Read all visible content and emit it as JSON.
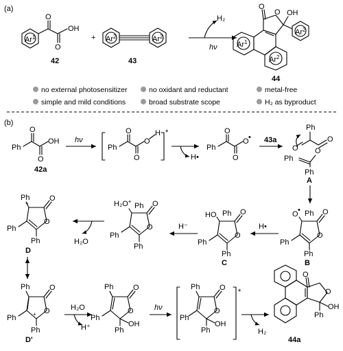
{
  "panels": {
    "a": "(a)",
    "b": "(b)"
  },
  "compounds": {
    "c42": "42",
    "c43": "43",
    "c44": "44",
    "c42a": "42a",
    "reagent43a": "43a",
    "A": "A",
    "B": "B",
    "C": "C",
    "D": "D",
    "Dprime": "D'",
    "p44a": "44a"
  },
  "groups": {
    "ar1": "Ar",
    "ar1_sup": "1",
    "ar2": "Ar",
    "ar2_sup": "2",
    "ph": "Ph",
    "oh": "OH",
    "o": "O",
    "ho": "HO",
    "h2o_plus": "H₂O",
    "plus": "+",
    "dot": "•",
    "star": "*"
  },
  "conditions": {
    "hv": "hν",
    "h2": "H₂",
    "h2_sub": "2",
    "h_rad": "H•",
    "h_minus": "H⁻",
    "h2o": "H₂O",
    "h_plus": "H⁺",
    "plus_sign": "+"
  },
  "features": [
    "no external photosensitizer",
    "no oxidant and reductant",
    "metal-free",
    "simple and mild conditions",
    "broad substrate scope",
    "H₂ as byproduct"
  ],
  "colors": {
    "bullet": "#9a9a9a",
    "line": "#000000"
  }
}
